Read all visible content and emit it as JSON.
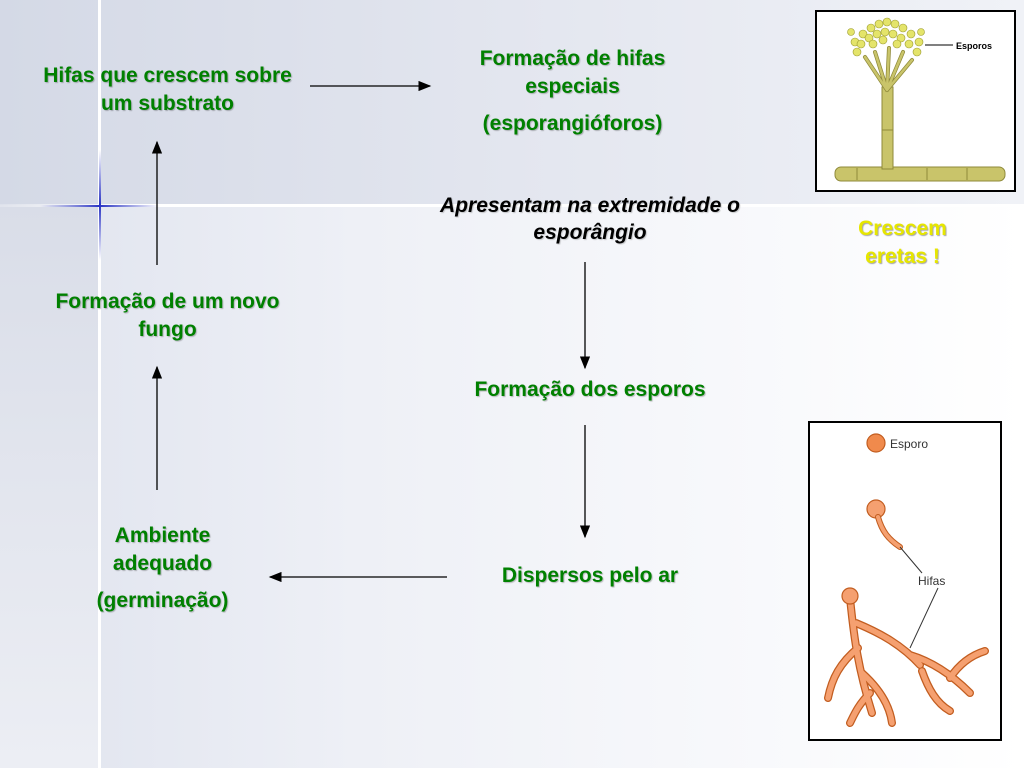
{
  "nodes": {
    "hyphae_substrate": "Hifas que crescem sobre um substrato",
    "special_hyphae_line1": "Formação de hifas especiais",
    "special_hyphae_line2": "(esporangióforos)",
    "sporangium": "Apresentam na extremidade o esporângio",
    "spore_formation": "Formação dos esporos",
    "dispersed": "Dispersos pelo ar",
    "environment_line1": "Ambiente adequado",
    "environment_line2": "(germinação)",
    "new_fungus": "Formação de um novo fungo"
  },
  "note": "Crescem eretas !",
  "figure_top": {
    "label": "Esporos"
  },
  "figure_bottom": {
    "spore_label": "Esporo",
    "hyphae_label": "Hifas"
  },
  "colors": {
    "node_text": "#008000",
    "note_text": "#e6e600",
    "arrow": "#000000"
  }
}
